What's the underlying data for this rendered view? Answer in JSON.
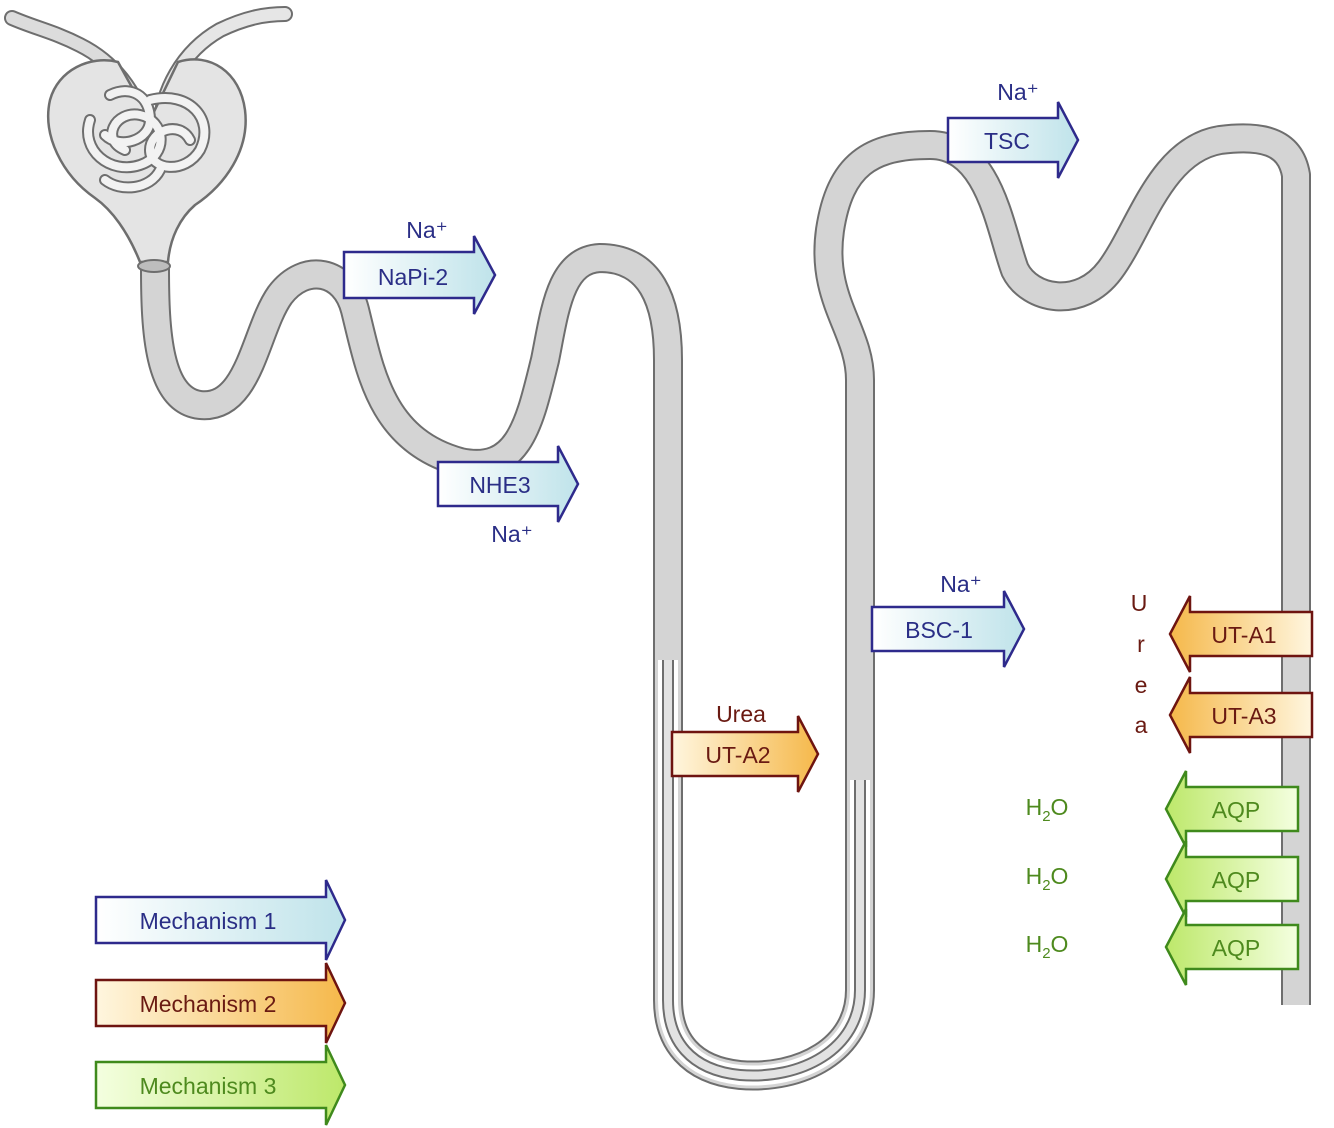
{
  "colors": {
    "mechanism1_border": "#2e2a8c",
    "mechanism1_fill": "#c9e8ec",
    "mechanism2_border": "#6e1410",
    "mechanism2_fill": "#f6c25e",
    "mechanism3_border": "#3f8a1c",
    "mechanism3_fill": "#c8f07a",
    "tubule_fill": "#d6d6d6",
    "tubule_stroke": "#6e6e6e"
  },
  "transporters": {
    "napi2": "NaPi-2",
    "nhe3": "NHE3",
    "tsc": "TSC",
    "bsc1": "BSC-1",
    "uta2": "UT-A2",
    "uta1": "UT-A1",
    "uta3": "UT-A3",
    "aqp1": "AQP",
    "aqp2": "AQP",
    "aqp3": "AQP"
  },
  "substrates": {
    "na_napi2": "Na⁺",
    "na_nhe3": "Na⁺",
    "na_tsc": "Na⁺",
    "na_bsc1": "Na⁺",
    "urea_uta2": "Urea",
    "urea_vertical": [
      "U",
      "r",
      "e",
      "a"
    ],
    "water": "H",
    "water_sub": "2",
    "water_tail": "O"
  },
  "legend": {
    "mechanism1": "Mechanism 1",
    "mechanism2": "Mechanism 2",
    "mechanism3": "Mechanism 3"
  }
}
